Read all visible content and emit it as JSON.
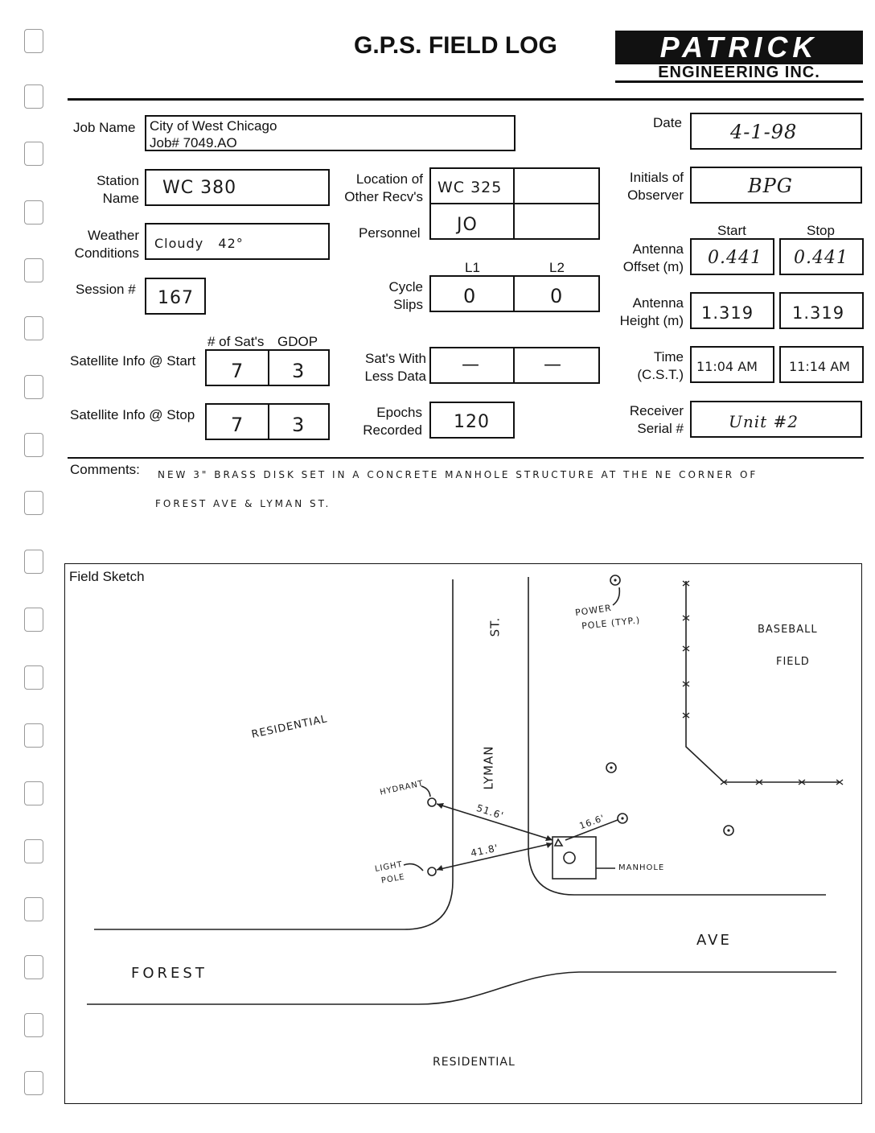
{
  "header": {
    "title": "G.P.S. FIELD LOG",
    "logo_line1": "PATRICK",
    "logo_line2": "ENGINEERING INC."
  },
  "labels": {
    "job_name": "Job Name",
    "date": "Date",
    "station_name_1": "Station",
    "station_name_2": "Name",
    "location_other_1": "Location of",
    "location_other_2": "Other Recv's",
    "initials_1": "Initials of",
    "initials_2": "Observer",
    "weather_1": "Weather",
    "weather_2": "Conditions",
    "personnel": "Personnel",
    "start": "Start",
    "stop": "Stop",
    "antenna_offset_1": "Antenna",
    "antenna_offset_2": "Offset (m)",
    "session": "Session #",
    "l1": "L1",
    "l2": "L2",
    "cycle_slips_1": "Cycle",
    "cycle_slips_2": "Slips",
    "antenna_height_1": "Antenna",
    "antenna_height_2": "Height (m)",
    "num_sats": "# of Sat's",
    "gdop": "GDOP",
    "sat_info_start": "Satellite Info @ Start",
    "sats_with_less_1": "Sat's With",
    "sats_with_less_2": "Less Data",
    "time_1": "Time",
    "time_2": "(C.S.T.)",
    "sat_info_stop": "Satellite Info @ Stop",
    "epochs_1": "Epochs",
    "epochs_2": "Recorded",
    "receiver_1": "Receiver",
    "receiver_2": "Serial #",
    "comments": "Comments:",
    "field_sketch": "Field Sketch"
  },
  "values": {
    "job_name_line1": "City of West Chicago",
    "job_name_line2": "Job# 7049.AO",
    "date": "4-1-98",
    "station_name": "WC 380",
    "location_other": "WC 325",
    "initials": "BPG",
    "weather": "Cloudy   42°",
    "personnel": "JO",
    "antenna_offset_start": "0.441",
    "antenna_offset_stop": "0.441",
    "session": "167",
    "cycle_slips_l1": "0",
    "cycle_slips_l2": "0",
    "antenna_height_start": "1.319",
    "antenna_height_stop": "1.319",
    "sats_start": "7",
    "gdop_start": "3",
    "sats_less_l1": "—",
    "sats_less_l2": "—",
    "time_start": "11:04 AM",
    "time_stop": "11:14 AM",
    "sats_stop": "7",
    "gdop_stop": "3",
    "epochs": "120",
    "receiver": "Unit #2"
  },
  "comments": {
    "line1": "NEW 3\" BRASS DISK SET IN A CONCRETE MANHOLE STRUCTURE AT THE NE CORNER OF",
    "line2": "FOREST AVE & LYMAN ST."
  },
  "sketch": {
    "residential_top": "RESIDENTIAL",
    "residential_bottom": "RESIDENTIAL",
    "street_v_1": "LYMAN",
    "street_v_2": "ST.",
    "street_h_1": "FOREST",
    "street_h_2": "AVE",
    "baseball_1": "BASEBALL",
    "baseball_2": "FIELD",
    "power_pole_1": "POWER",
    "power_pole_2": "POLE (TYP.)",
    "hydrant": "HYDRANT",
    "light_pole_1": "LIGHT",
    "light_pole_2": "POLE",
    "manhole": "MANHOLE",
    "dist_hydrant": "51.6'",
    "dist_light": "41.8'",
    "dist_pole": "16.6'"
  }
}
